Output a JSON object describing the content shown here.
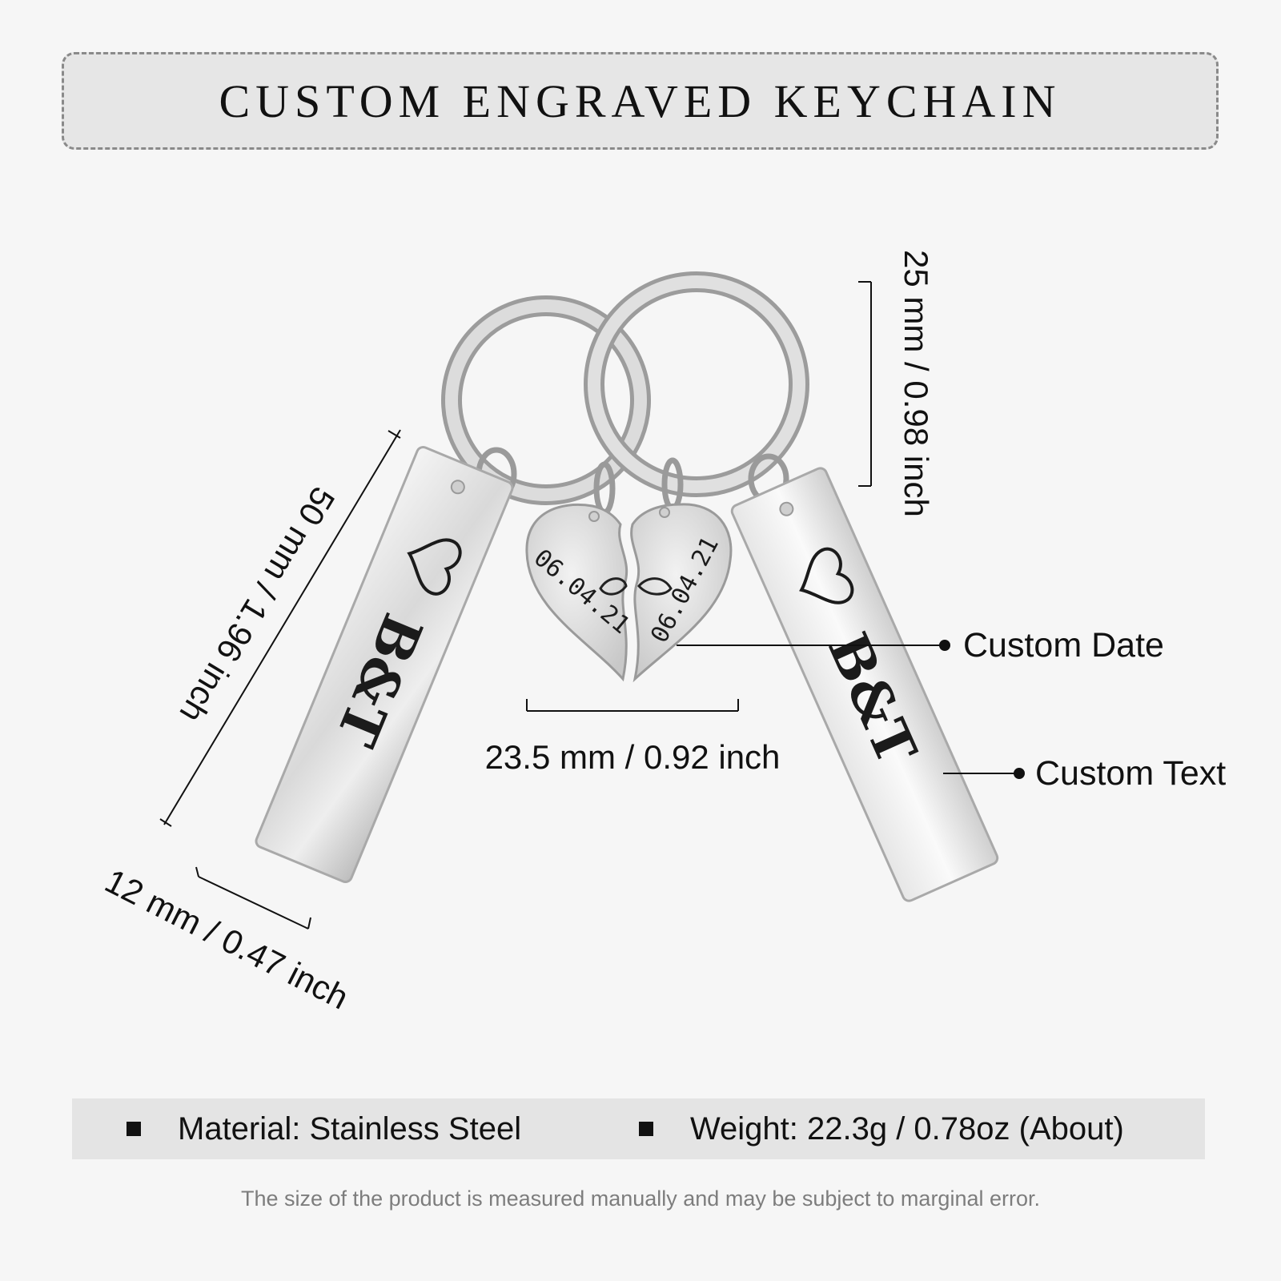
{
  "title": "CUSTOM ENGRAVED KEYCHAIN",
  "engraving": {
    "left_bar_text": "B&T",
    "right_bar_text": "B&T",
    "heart_left_date": "06.04.21",
    "heart_right_date": "06.04.21"
  },
  "dimensions": {
    "bar_length": "50 mm / 1.96 inch",
    "bar_width": "12 mm / 0.47 inch",
    "heart_width": "23.5 mm / 0.92 inch",
    "ring_diameter": "25 mm / 0.98 inch"
  },
  "callouts": {
    "date": "Custom Date",
    "text": "Custom Text"
  },
  "specs": {
    "material": "Material: Stainless Steel",
    "weight": "Weight: 22.3g / 0.78oz (About)"
  },
  "footnote": "The size of the product is measured manually and may be subject to marginal error.",
  "icons": [
    "heart-outline-icon",
    "square-bullet-icon"
  ]
}
